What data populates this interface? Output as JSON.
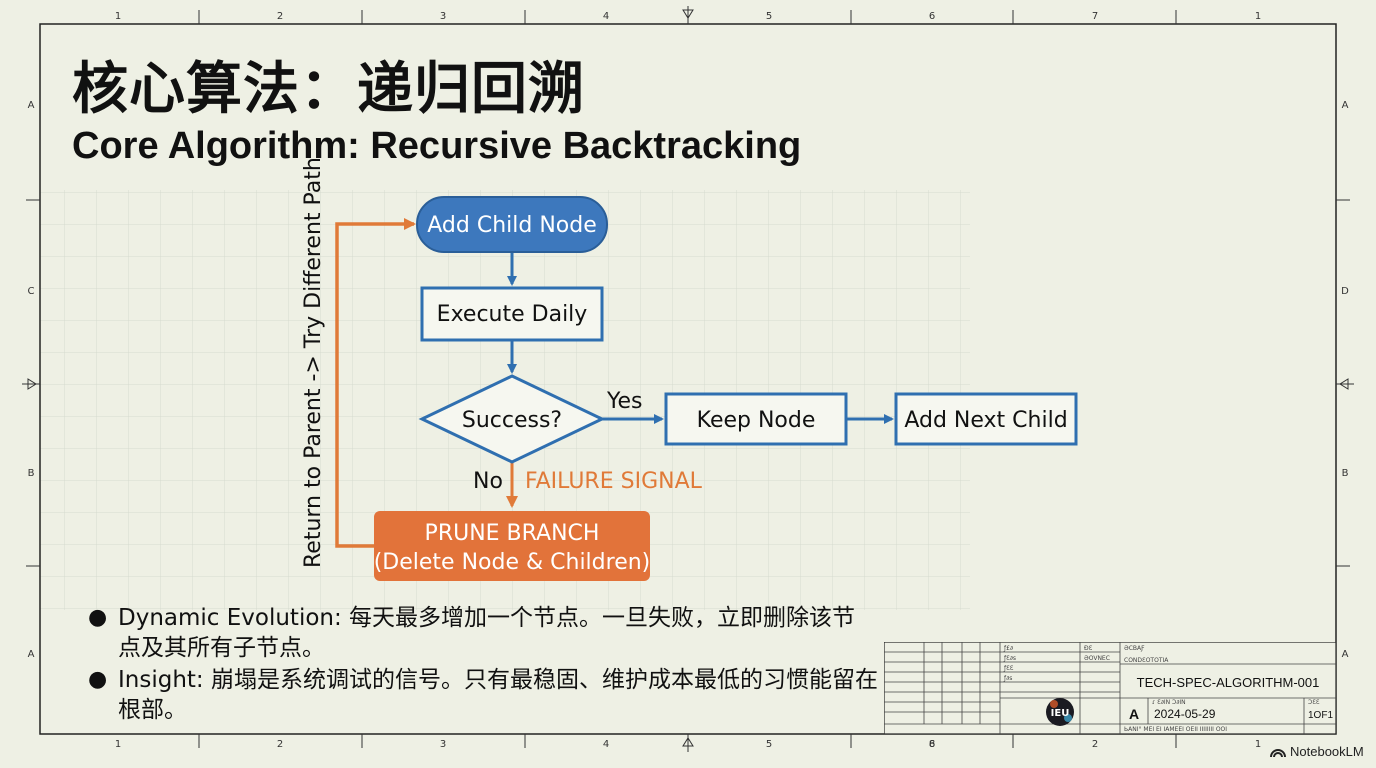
{
  "title_zh": "核心算法：递归回溯",
  "title_en": "Core Algorithm: Recursive Backtracking",
  "border": {
    "top_numbers": [
      "1",
      "2",
      "3",
      "4",
      "5",
      "6",
      "7",
      "1"
    ],
    "bottom_numbers": [
      "1",
      "2",
      "3",
      "4",
      "5",
      "6",
      "8",
      "2",
      "1"
    ],
    "left_letters": [
      "A",
      "C",
      "B",
      "A"
    ],
    "right_letters": [
      "A",
      "D",
      "B",
      "A"
    ]
  },
  "flowchart": {
    "add_child": "Add Child Node",
    "execute": "Execute Daily",
    "decision": "Success?",
    "yes": "Yes",
    "no": "No",
    "keep": "Keep Node",
    "add_next": "Add Next Child",
    "failure": "FAILURE SIGNAL",
    "prune_line1": "PRUNE BRANCH",
    "prune_line2": "(Delete Node & Children)",
    "return_label": "Return to Parent -> Try Different Path",
    "colors": {
      "blue": "#2f6fb0",
      "blue_fill": "#3d78bd",
      "orange": "#e07a38",
      "orange_fill": "#e2733a"
    }
  },
  "bullets": [
    {
      "text": "Dynamic Evolution: 每天最多增加一个节点。一旦失败，立即删除该节点及其所有子节点。"
    },
    {
      "text": "Insight: 崩塌是系统调试的信号。只有最稳固、维护成本最低的习惯能留在根部。"
    }
  ],
  "title_block": {
    "doc_id": "TECH-SPEC-ALGORITHM-001",
    "date": "2024-05-29",
    "rev": "A",
    "sheet": "1OF1",
    "logo": "IEU"
  },
  "brand": "NotebookLM"
}
